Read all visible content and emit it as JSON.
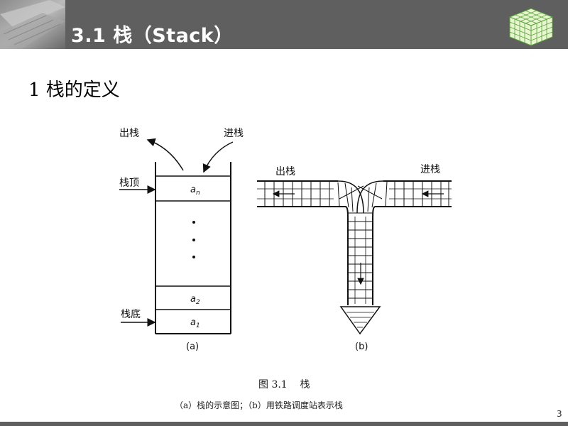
{
  "slide": {
    "title": "3.1  栈（Stack）",
    "page_number": "3"
  },
  "section": {
    "heading": "1 栈的定义"
  },
  "figure": {
    "diagram_a": {
      "label_pop": "出栈",
      "label_push": "进栈",
      "label_top": "栈顶",
      "label_bottom": "栈底",
      "cell_top": "a",
      "cell_top_sub": "n",
      "cell_second": "a",
      "cell_second_sub": "2",
      "cell_first": "a",
      "cell_first_sub": "1",
      "sub_label": "(a)"
    },
    "diagram_b": {
      "label_pop": "出栈",
      "label_push": "进栈",
      "sub_label": "(b)"
    },
    "caption": "图 3.1    栈",
    "subcaption": "（a）栈的示意图；（b）用铁路调度站表示栈"
  }
}
